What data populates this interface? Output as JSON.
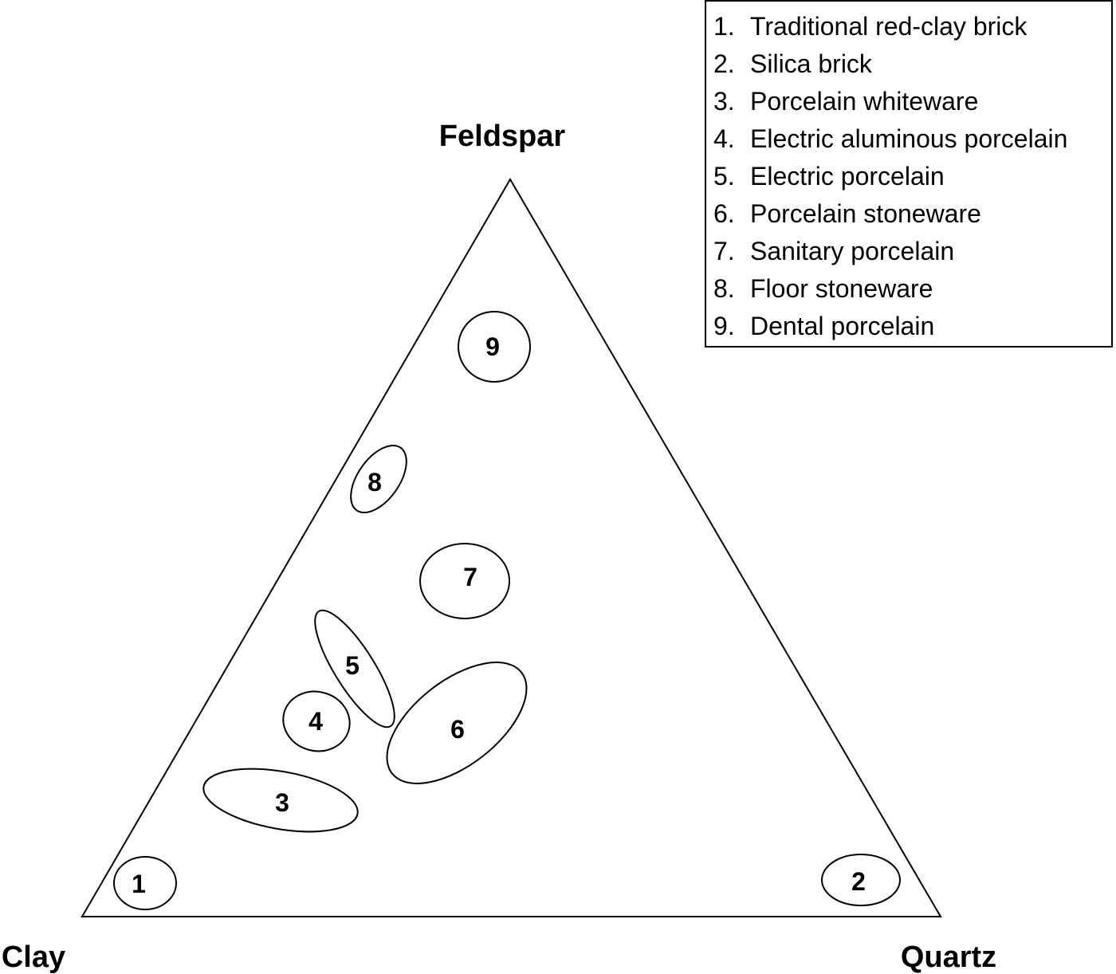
{
  "vertices": {
    "top": "Feldspar",
    "left": "Clay",
    "right": "Quartz"
  },
  "regions": [
    {
      "id": "1",
      "label": "Traditional red-clay brick"
    },
    {
      "id": "2",
      "label": "Silica brick"
    },
    {
      "id": "3",
      "label": "Porcelain whiteware"
    },
    {
      "id": "4",
      "label": "Electric aluminous porcelain"
    },
    {
      "id": "5",
      "label": "Electric porcelain"
    },
    {
      "id": "6",
      "label": "Porcelain stoneware"
    },
    {
      "id": "7",
      "label": "Sanitary porcelain"
    },
    {
      "id": "8",
      "label": "Floor stoneware"
    },
    {
      "id": "9",
      "label": "Dental porcelain"
    }
  ]
}
